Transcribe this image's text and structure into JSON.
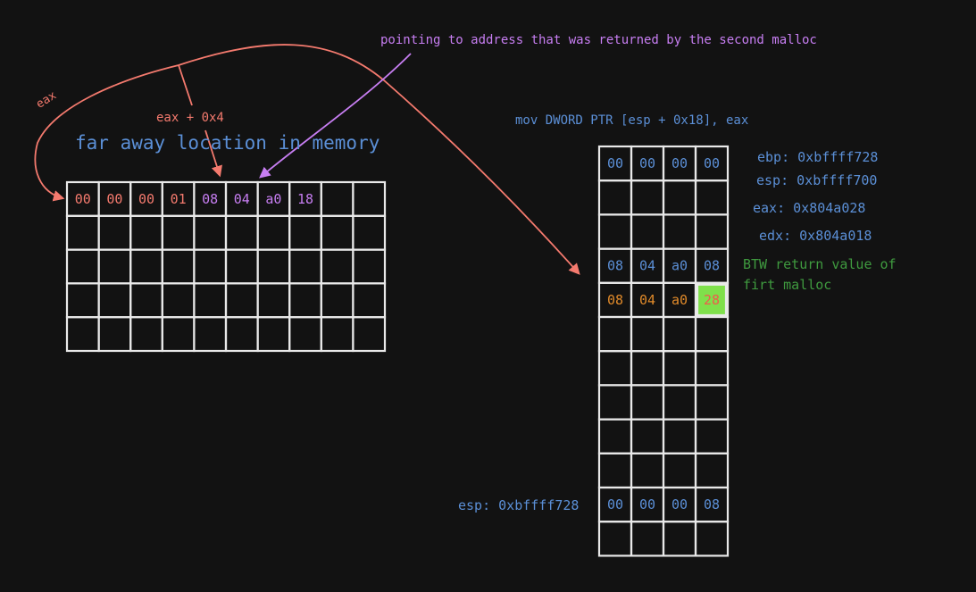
{
  "colors": {
    "background": "#121212",
    "grid": "#e9e9e9",
    "blue": "#5b8fd6",
    "salmon": "#f47a6e",
    "purple": "#c77ef2",
    "orange": "#e08a2a",
    "green_text": "#3f9a3f",
    "highlight_fill": "#7fe04b",
    "highlight_text": "#f05a4c"
  },
  "annotations": {
    "malloc_note": "pointing to address that was returned by the second malloc",
    "eax_arrow": "eax",
    "eax_offset": "eax + 0x4",
    "far_away": "far away location in memory",
    "instruction": "mov DWORD PTR [esp + 0x18], eax",
    "btw_line1": "BTW return value of",
    "btw_line2": "firt malloc",
    "esp_bottom": "esp: 0xbffff728"
  },
  "registers": [
    {
      "text": "ebp: 0xbffff728"
    },
    {
      "text": "esp: 0xbffff700"
    },
    {
      "text": "eax: 0x804a028"
    },
    {
      "text": "edx: 0x804a018"
    }
  ],
  "heap_grid": {
    "cols": 10,
    "rows": 5,
    "row0": [
      {
        "text": "00",
        "color": "salmon"
      },
      {
        "text": "00",
        "color": "salmon"
      },
      {
        "text": "00",
        "color": "salmon"
      },
      {
        "text": "01",
        "color": "salmon"
      },
      {
        "text": "08",
        "color": "purple"
      },
      {
        "text": "04",
        "color": "purple"
      },
      {
        "text": "a0",
        "color": "purple"
      },
      {
        "text": "18",
        "color": "purple"
      },
      {
        "text": "",
        "color": ""
      },
      {
        "text": "",
        "color": ""
      }
    ]
  },
  "stack_grid": {
    "cols": 4,
    "rows": 12,
    "filled_rows": [
      {
        "row": 0,
        "cells": [
          "00",
          "00",
          "00",
          "00"
        ],
        "color": "blue"
      },
      {
        "row": 3,
        "cells": [
          "08",
          "04",
          "a0",
          "08"
        ],
        "color": "blue"
      },
      {
        "row": 4,
        "cells": [
          "08",
          "04",
          "a0",
          "28"
        ],
        "color": "orange",
        "highlight_last": true
      },
      {
        "row": 10,
        "cells": [
          "00",
          "00",
          "00",
          "08"
        ],
        "color": "blue"
      }
    ]
  }
}
